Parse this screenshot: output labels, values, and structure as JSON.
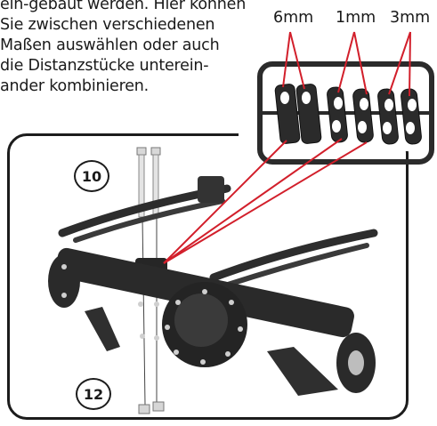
{
  "instructions": {
    "lines": [
      "ein-gebaut werden. Hier können",
      "Sie zwischen verschiedenen",
      "Maßen auswählen oder auch",
      "die Distanzstücke unterein-",
      "ander kombinieren."
    ]
  },
  "spacer_sizes": {
    "size_a": "6mm",
    "size_b": "1mm",
    "size_c": "3mm"
  },
  "callouts": {
    "part_upper": "10",
    "part_lower": "12"
  },
  "colors": {
    "pointer_lines": "#d21f2b",
    "part_dark": "#2b2b2b",
    "frame": "#1c1c1c"
  }
}
